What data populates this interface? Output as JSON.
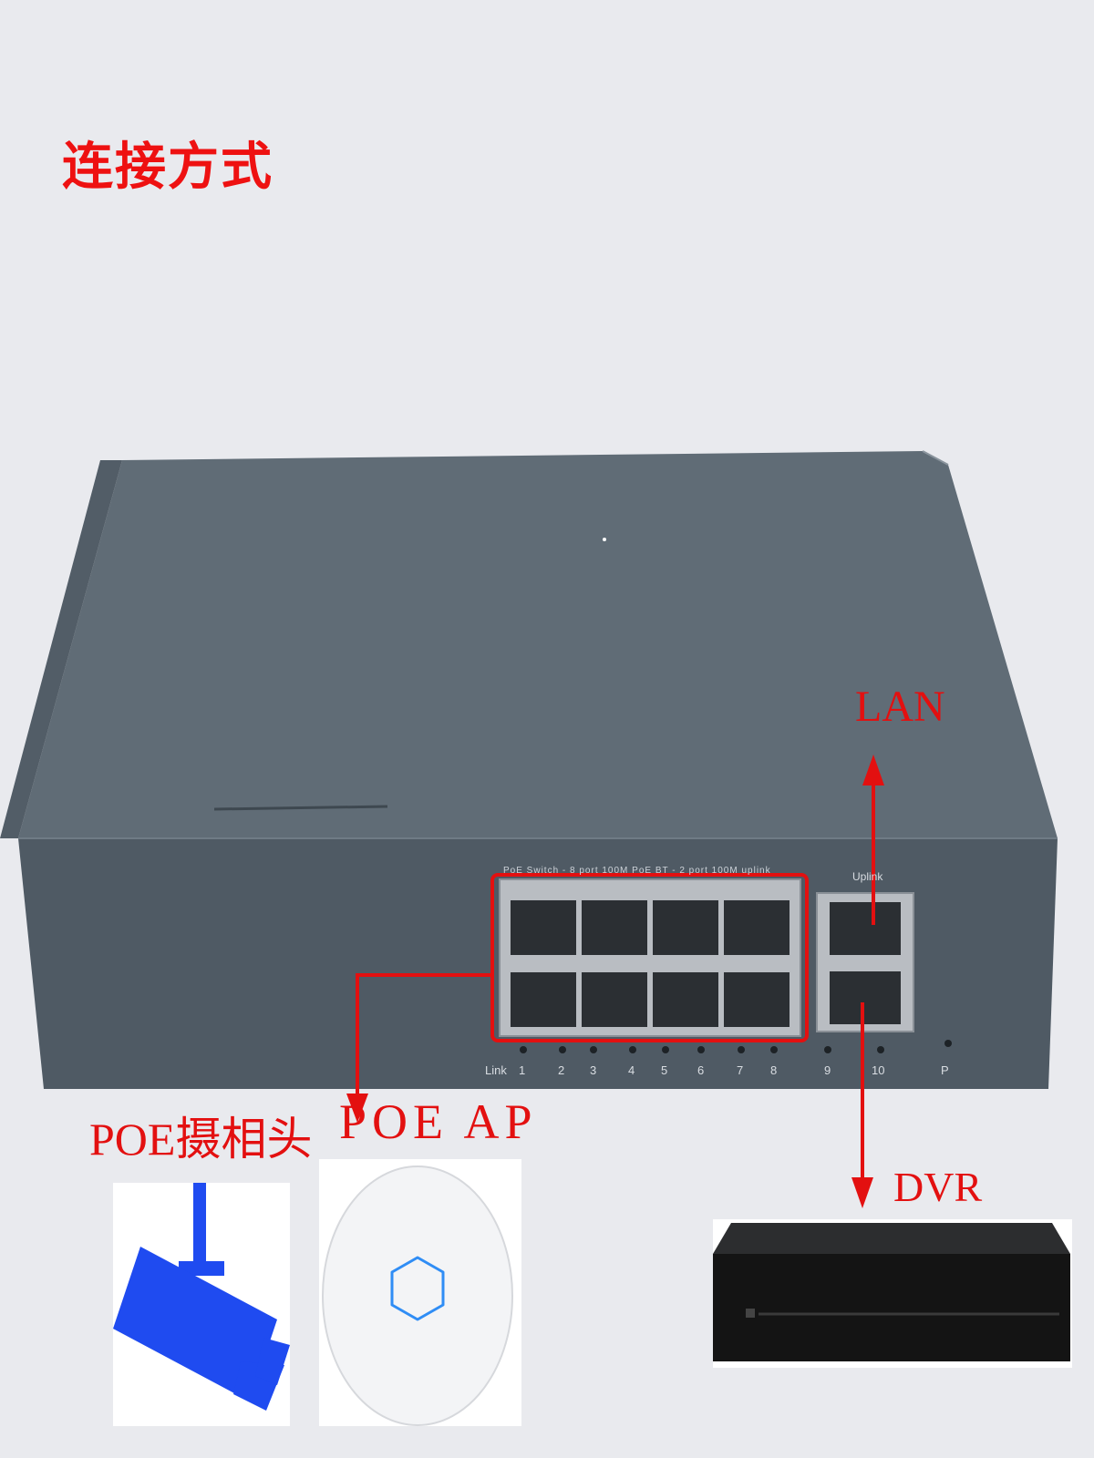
{
  "title": "连接方式",
  "labels": {
    "lan": "LAN",
    "dvr": "DVR",
    "poe_camera": "POE摄相头",
    "poe_ap": "POE AP"
  },
  "switch": {
    "panel_text": "PoE Switch - 8 port 100M PoE BT - 2 port 100M uplink",
    "uplink": "Uplink",
    "ports": [
      "Link",
      "1",
      "2",
      "3",
      "4",
      "5",
      "6",
      "7",
      "8",
      "9",
      "10",
      "P"
    ]
  },
  "colors": {
    "accent_red": "#e31010",
    "switch_gray": "#5f6a74",
    "camera_blue": "#1f4bf0",
    "ap_icon_blue": "#2f8df5",
    "dvr_black": "#1a1a1a"
  },
  "icons": [
    "camera-icon",
    "access-point-icon",
    "dvr-device-icon"
  ]
}
